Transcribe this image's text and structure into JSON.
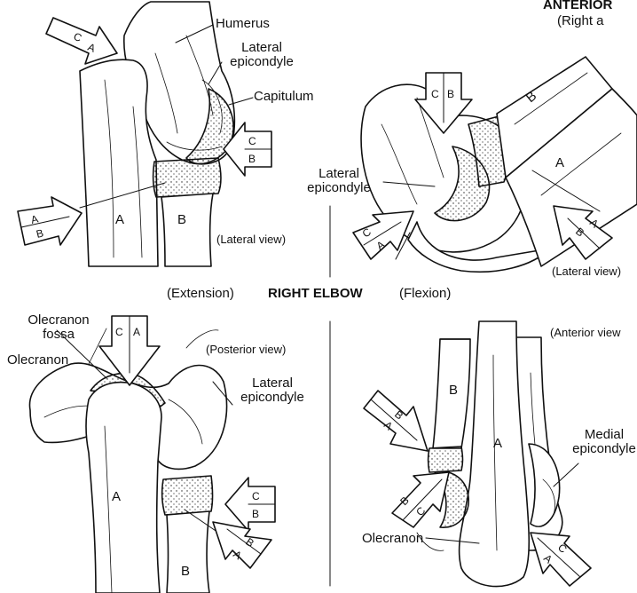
{
  "header": {
    "title": "ANTERIOR",
    "subtitle": "(Right a"
  },
  "center_row": {
    "extension": "(Extension)",
    "title": "RIGHT ELBOW",
    "flexion": "(Flexion)"
  },
  "top_left": {
    "humerus": "Humerus",
    "lateral_epicondyle": [
      "Lateral",
      "epicondyle"
    ],
    "capitulum": "Capitulum",
    "view": "(Lateral view)",
    "bone_a": "A",
    "bone_b": "B"
  },
  "top_right": {
    "lateral_epicondyle": [
      "Lateral",
      "epicondyle"
    ],
    "view": "(Lateral view)",
    "bone_a": "A",
    "bone_b": "B"
  },
  "bottom_left": {
    "olecranon_fossa": [
      "Olecranon",
      "fossa"
    ],
    "olecranon": "Olecranon",
    "view": "(Posterior view)",
    "lateral_epicondyle": [
      "Lateral",
      "epicondyle"
    ],
    "bone_a": "A",
    "bone_b": "B"
  },
  "bottom_right": {
    "view": "(Anterior view",
    "medial_epicondyle": [
      "Medial",
      "epicondyle"
    ],
    "olecranon": "Olecranon",
    "bone_a": "A",
    "bone_b": "B"
  },
  "arrows": {
    "a": "A",
    "b": "B",
    "c": "C"
  }
}
